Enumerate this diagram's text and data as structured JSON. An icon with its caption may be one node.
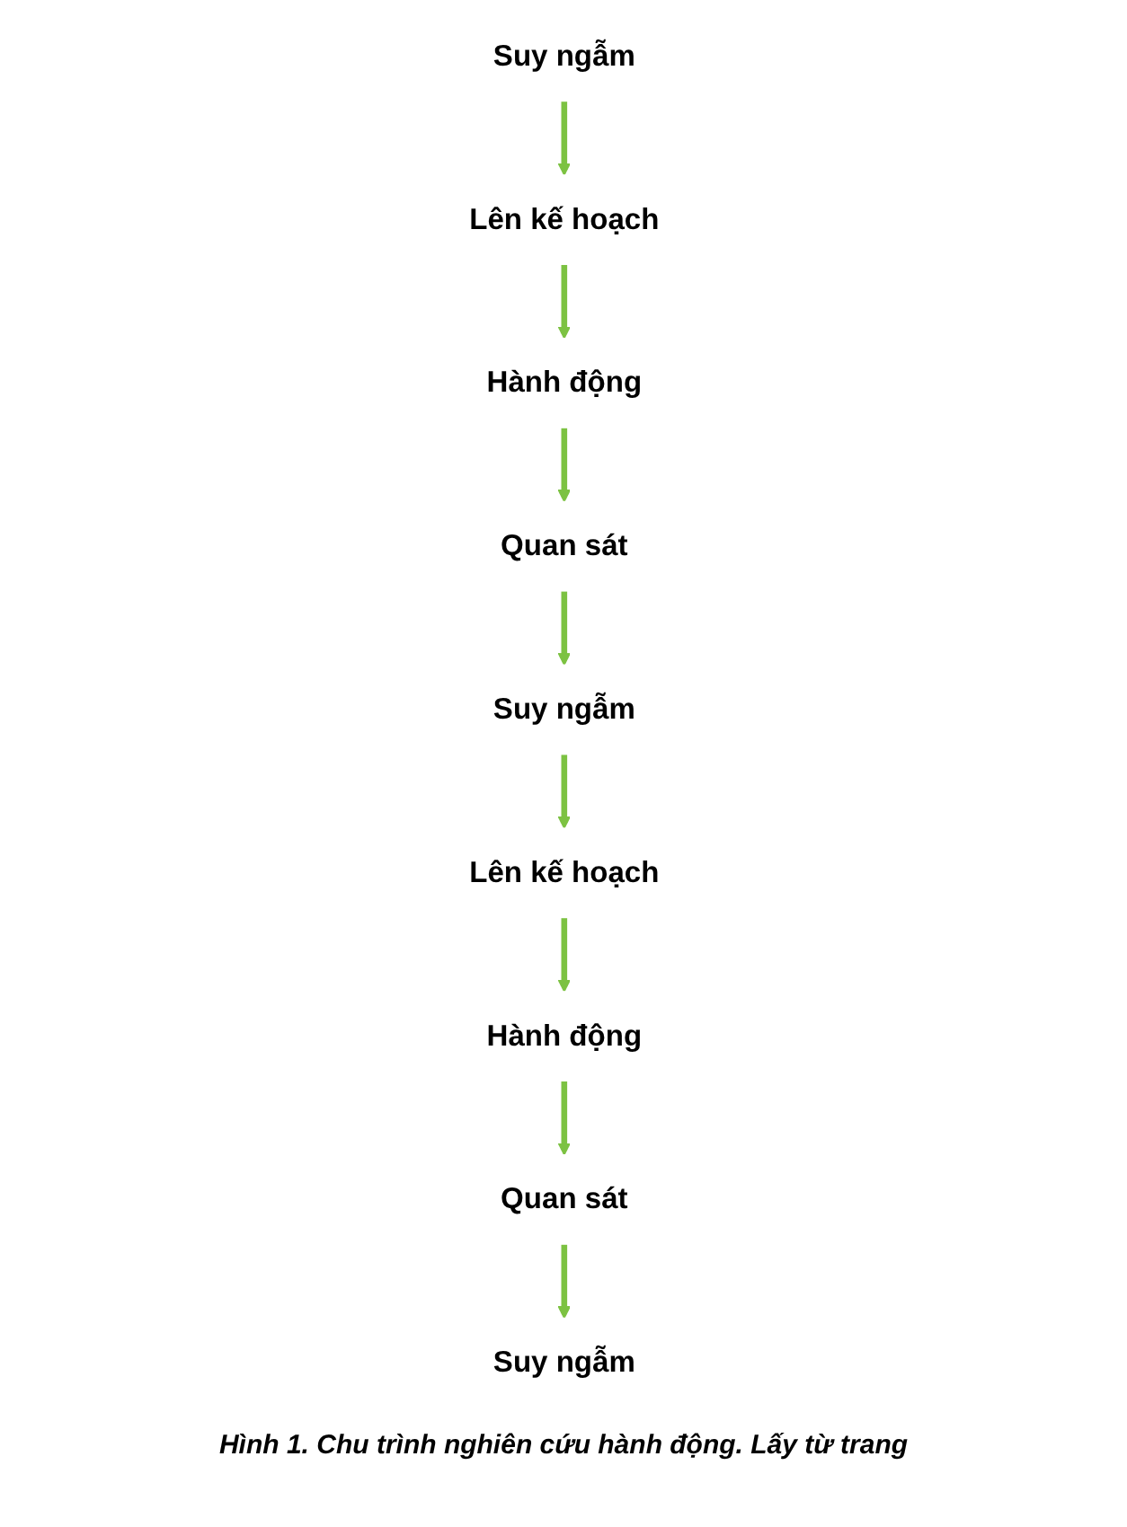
{
  "diagram": {
    "caption": "Hình 1. Chu trình nghiên cứu hành động. Lấy từ trang",
    "nodes": [
      {
        "text": [
          "Suy ngẫm"
        ]
      },
      {
        "text": [
          "Lên kế hoạch"
        ]
      },
      {
        "text": [
          "Suy ngẫm"
        ]
      },
      {
        "text": [
          "Quan sát"
        ]
      },
      {
        "text": [
          "Hành động"
        ]
      },
      {
        "text": [
          "Lên kế hoạch"
        ]
      },
      {
        "text": [
          "Suy ngẫm"
        ]
      },
      {
        "text": [
          "Quan sát"
        ]
      },
      {
        "text": [
          "Hành động"
        ]
      }
    ],
    "edges": [
      {
        "from": 0,
        "to": 1,
        "arrow": "to"
      },
      {
        "from": 1,
        "to": 4,
        "arrow": "to"
      },
      {
        "from": 4,
        "to": 3,
        "arrow": "to"
      },
      {
        "from": 3,
        "to": 2,
        "arrow": "to"
      },
      {
        "from": 2,
        "to": 5,
        "arrow": "to"
      },
      {
        "from": 5,
        "to": 8,
        "arrow": "to"
      },
      {
        "from": 8,
        "to": 7,
        "arrow": "to"
      },
      {
        "from": 7,
        "to": 6,
        "arrow": "to"
      }
    ]
  }
}
